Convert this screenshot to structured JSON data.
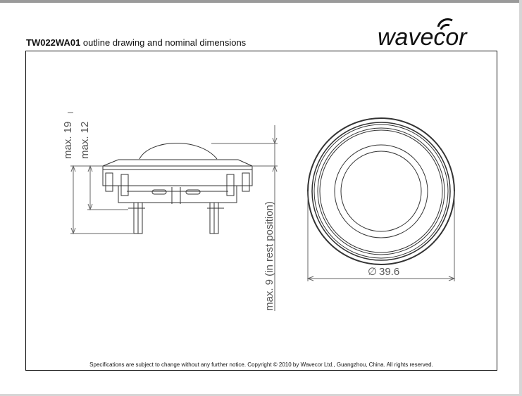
{
  "header": {
    "model": "TW022WA01",
    "title_rest": " outline drawing and nominal dimensions",
    "logo_text": "wavecor"
  },
  "dimensions": {
    "max_total_height": "max. 19",
    "max_mount_height": "max. 12",
    "max_dome_rest": "max. 9 (in rest position)",
    "diameter": "39.6",
    "diameter_symbol": "∅"
  },
  "footer": {
    "notice": "Specifications are subject to change without any further notice. Copyright © 2010 by Wavecor Ltd., Guangzhou, China. All rights reserved."
  },
  "colors": {
    "line": "#333333",
    "text": "#111111",
    "dim_text": "#666666"
  }
}
